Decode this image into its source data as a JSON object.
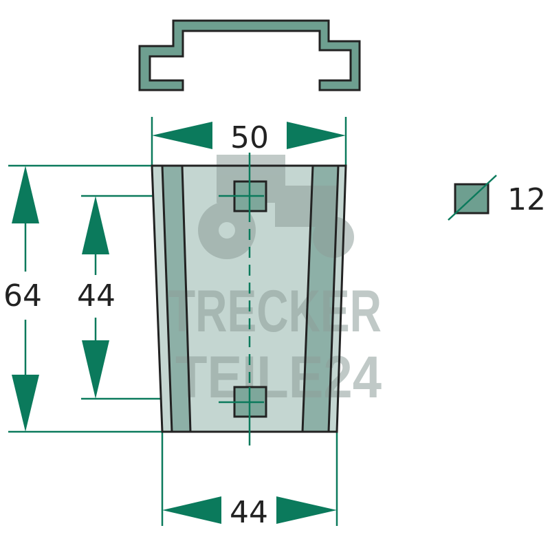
{
  "drawing": {
    "width_top": "50",
    "width_bottom": "44",
    "height_total": "64",
    "hole_spacing": "44",
    "hole_size": "12",
    "watermark": "TRECKER TEILE24"
  },
  "colors": {
    "line": "#0b7a5c",
    "face": "#c4d6d1",
    "strip": "#8db0a7",
    "profile": "#6e9f90",
    "outline": "#222222",
    "watermark": "#8e9e9a"
  }
}
